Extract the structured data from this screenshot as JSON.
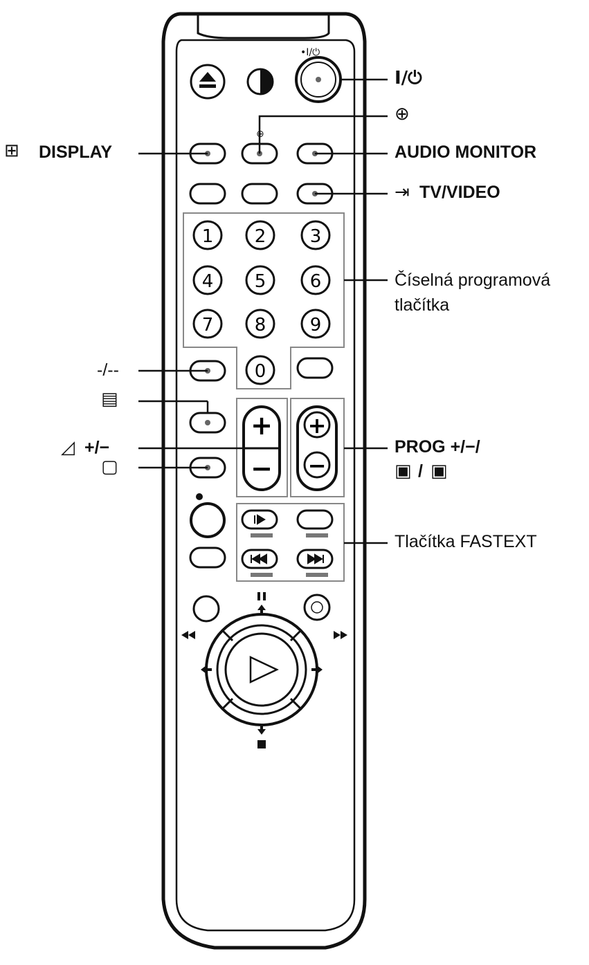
{
  "remote": {
    "top_labels": {
      "power_small": "•I/⏻"
    },
    "numbers": [
      "1",
      "2",
      "3",
      "4",
      "5",
      "6",
      "7",
      "8",
      "9",
      "0"
    ],
    "play_symbol": "▷"
  },
  "callouts": {
    "power": "I/⏻",
    "picture": "⊕",
    "display": "DISPLAY",
    "audio_monitor": "AUDIO MONITOR",
    "tv_video": "TV/VIDEO",
    "numeric_line1": "Číselná programová",
    "numeric_line2": "tlačítka",
    "input_select": "-/--",
    "teletext": "▤",
    "volume": "+/−",
    "tv_screen": "▢",
    "prog_line1": "PROG +/−/",
    "prog_line2": "/",
    "fastext": "Tlačítka FASTEXT"
  }
}
